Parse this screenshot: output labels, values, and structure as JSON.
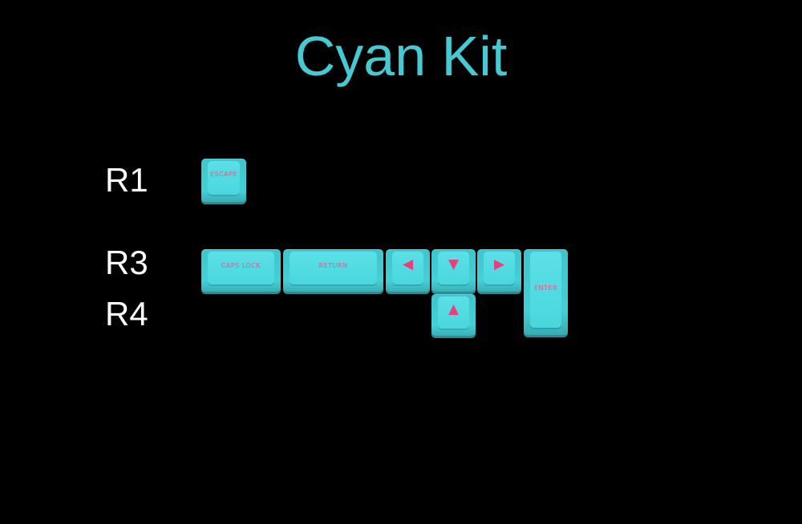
{
  "title": "Cyan Kit",
  "rows": [
    {
      "label": "R1"
    },
    {
      "label": "R3"
    },
    {
      "label": "R4"
    }
  ],
  "keys": {
    "escape": "ESCAPE",
    "caps_lock": "CAPS LOCK",
    "return": "RETURN",
    "left": "◀",
    "down": "▼",
    "right": "▶",
    "up": "▲",
    "enter": "ENTER"
  },
  "colors": {
    "title": "#45c9d3",
    "keycap": "#46cfd6",
    "legend": "#e8588a",
    "background": "#000000"
  }
}
